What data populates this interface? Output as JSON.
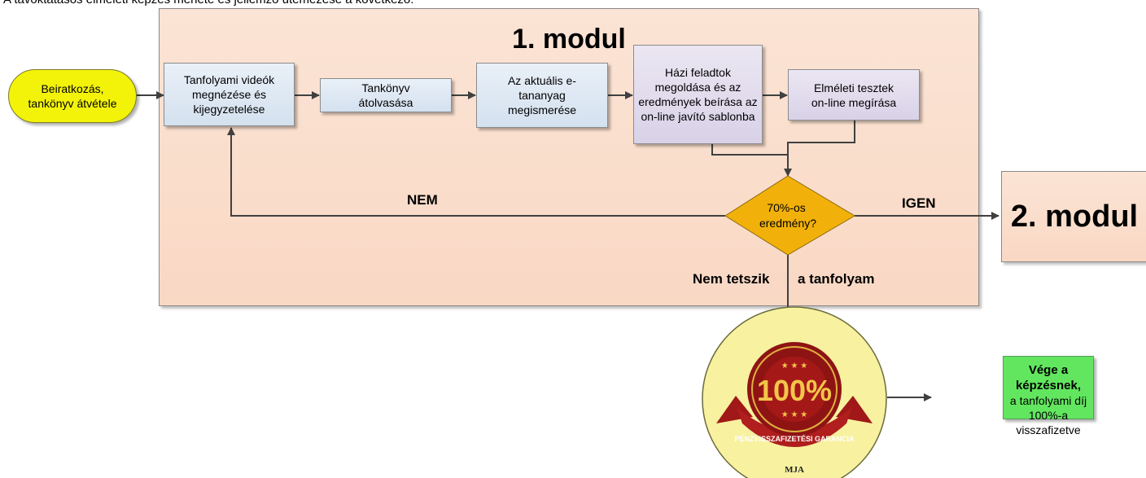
{
  "intro": "A távoktatásos elméleti képzés menete és jellemző ütemezése a következő:",
  "module1_title": "1. modul",
  "module2_title": "2. modul",
  "start": "Beiratkozás, tankönyv átvétele",
  "steps": [
    "Tanfolyami videók megnézése és kijegyzetelése",
    "Tankönyv átolvasása",
    "Az aktuális e-tananyag megismerése",
    "Házi feladtok megoldása és az eredmények beírása az on-line javító sablonba",
    "Elméleti tesztek on-line megírása"
  ],
  "decision": "70%-os eredmény?",
  "labels": {
    "no": "NEM",
    "yes": "IGEN",
    "quit_left": "Nem tetszik",
    "quit_right": "a tanfolyam"
  },
  "seal": {
    "percent": "100%",
    "ring_text": "PÉNZVISSZAFIZETÉSI GARANCIA",
    "maker": "MJA"
  },
  "end": {
    "bold": "Vége a képzésnek,",
    "line2": "a tanfolyami díj",
    "line3": "100%-a visszafizetve"
  },
  "colors": {
    "start_fill": "#f3f30a",
    "module_fill": "#fbe4d5",
    "step_blue": "#dde7f2",
    "step_purple": "#e1dbec",
    "decision_fill": "#f2b10a",
    "end_fill": "#62e65f",
    "seal_red": "#b01e1e"
  }
}
